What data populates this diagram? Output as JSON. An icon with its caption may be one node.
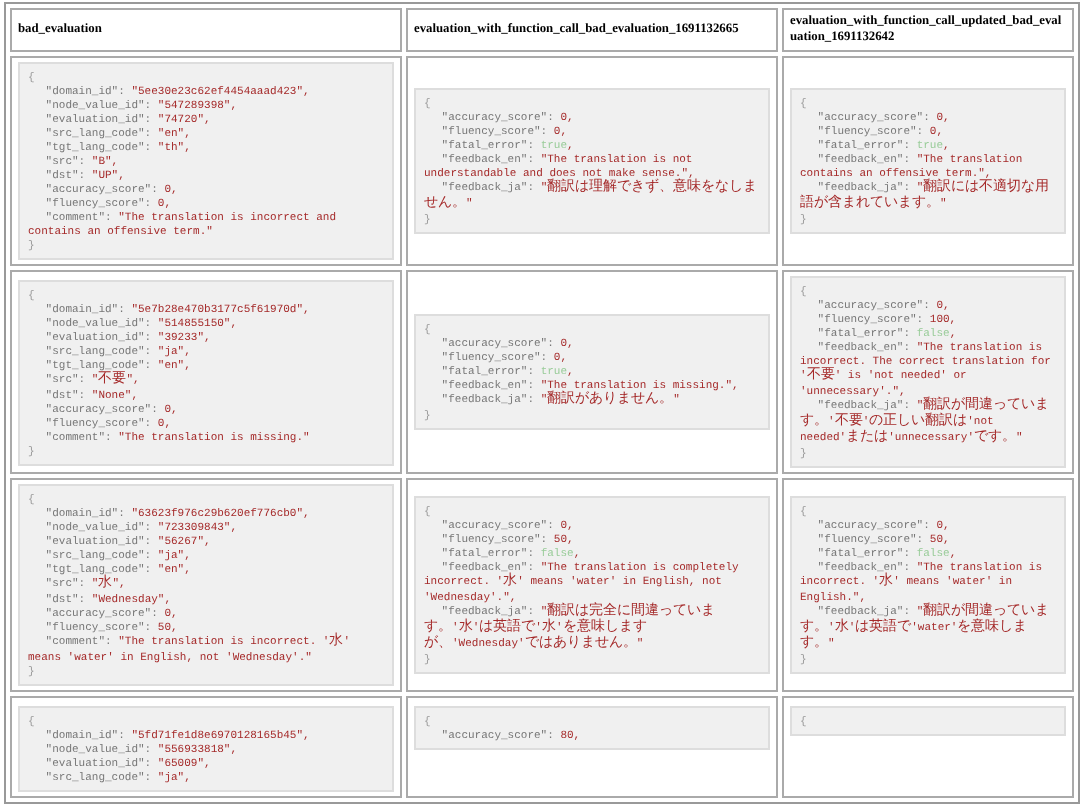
{
  "diagram": {
    "nodes": [
      {
        "text": [
          "{",
          "\"domain_id\": \"5ee30e23c62ef4454aaad423\",",
          "\"node_value_id\": \"547289398\",",
          "\"evaluation_id\": \"74720\",",
          "\"src_lang_code\": \"en\",",
          "\"tgt_lang_code\": \"th\",",
          "\"src\": \"B\",",
          "\"dst\": \"UP\",",
          "\"accuracy_score\": 0,",
          "\"fluency_score\": 0,",
          "\"comment\": \"The translation is incorrect and contains an offensive term.\"",
          "}"
        ]
      },
      {
        "text": [
          "{",
          "\"accuracy_score\": 0,",
          "\"fluency_score\": 0,",
          "\"fatal_error\": true,",
          "\"feedback_en\": \"The translation is not understandable and does not make sense.\",",
          "\"feedback_ja\": \"翻訳は理解できず、意味をなしません。\"",
          "}"
        ]
      },
      {
        "text": [
          "{",
          "\"accuracy_score\": 0,",
          "\"fluency_score\": 0,",
          "\"fatal_error\": true,",
          "\"feedback_en\": \"The translation contains an offensive term.\",",
          "\"feedback_ja\": \"翻訳には不適切な用語が含まれています。\"",
          "}"
        ]
      },
      {
        "text": [
          "{",
          "\"domain_id\": \"5e7b28e470b3177c5f61970d\",",
          "\"node_value_id\": \"514855150\",",
          "\"evaluation_id\": \"39233\",",
          "\"src_lang_code\": \"ja\",",
          "\"tgt_lang_code\": \"en\",",
          "\"src\": \"不要\",",
          "\"dst\": \"None\",",
          "\"accuracy_score\": 0,",
          "\"fluency_score\": 0,",
          "\"comment\": \"The translation is missing.\"",
          "}"
        ]
      },
      {
        "text": [
          "{",
          "\"accuracy_score\": 0,",
          "\"fluency_score\": 0,",
          "\"fatal_error\": true,",
          "\"feedback_en\": \"The translation is missing.\",",
          "\"feedback_ja\": \"翻訳がありません。\"",
          "}"
        ]
      },
      {
        "text": [
          "{",
          "\"accuracy_score\": 0,",
          "\"fluency_score\": 100,",
          "\"fatal_error\": false,",
          "\"feedback_en\": \"The translation is incorrect. The correct translation for '不要' is 'not needed' or 'unnecessary'.\",",
          "\"feedback_ja\": \"翻訳が間違っています。'不要'の正しい翻訳は'not needed'または'unnecessary'です。\"",
          "}"
        ]
      },
      {
        "text": [
          "{",
          "\"domain_id\": \"63623f976c29b620ef776cb0\",",
          "\"node_value_id\": \"723309843\",",
          "\"evaluation_id\": \"56267\",",
          "\"src_lang_code\": \"ja\",",
          "\"tgt_lang_code\": \"en\",",
          "\"src\": \"水\",",
          "\"dst\": \"Wednesday\",",
          "\"accuracy_score\": 0,",
          "\"fluency_score\": 50,",
          "\"comment\": \"The translation is incorrect. '水' means 'water' in English, not 'Wednesday'.\"",
          "}"
        ]
      },
      {
        "text": [
          "{",
          "\"accuracy_score\": 0,",
          "\"fluency_score\": 50,",
          "\"fatal_error\": false,",
          "\"feedback_en\": \"The translation is completely incorrect. '水' means 'water' in English, not 'Wednesday'.\",",
          "\"feedback_ja\": \"翻訳は完全に間違っています。'水'は英語で'水'を意味しますが、'Wednesday'ではありません。\"",
          "}"
        ]
      },
      {
        "text": [
          "{",
          "\"accuracy_score\": 0,",
          "\"fluency_score\": 50,",
          "\"fatal_error\": false,",
          "\"feedback_en\": \"The translation is incorrect. '水' means 'water' in English.\",",
          "\"feedback_ja\": \"翻訳が間違っています。'水'は英語で'water'を意味します。\"",
          "}"
        ]
      },
      {
        "text": [
          "{",
          "\"domain_id\": \"5fd71fe1d8e6970128165b45\",",
          "\"node_value_id\": \"556933818\",",
          "\"evaluation_id\": \"65009\",",
          "\"src_lang_code\": \"ja\","
        ]
      },
      {
        "text": [
          "{",
          "\"accuracy_score\": 80,"
        ]
      },
      {
        "text": [
          "{"
        ]
      }
    ],
    "labels": [
      "bad_evaluation",
      "evaluation_with_function_call_bad_evaluation_1691132665",
      "evaluation_with_function_call_updated_bad_evaluation_1691132642"
    ]
  }
}
